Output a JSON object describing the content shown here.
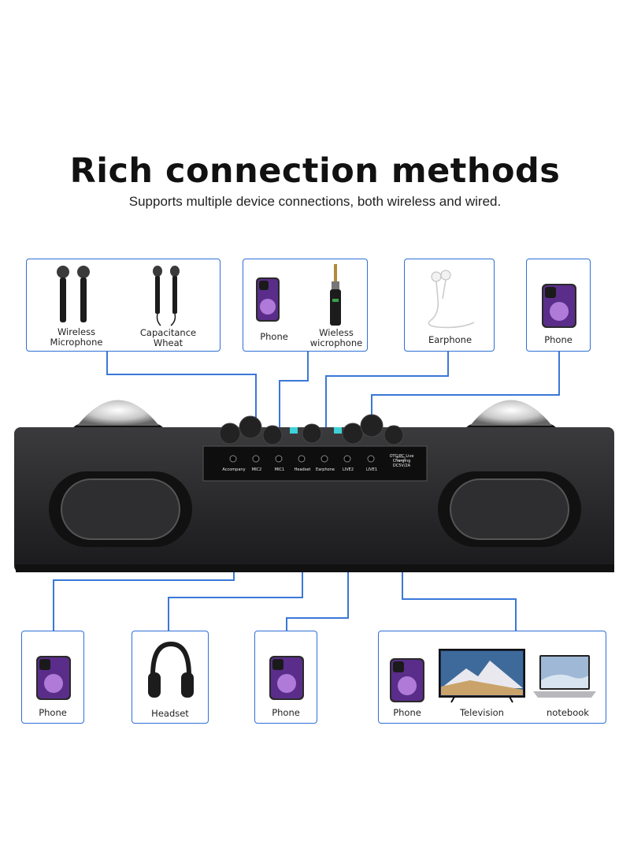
{
  "heading": {
    "title": "Rich connection methods",
    "subtitle": "Supports multiple device connections, both wireless and wired."
  },
  "top_devices": [
    {
      "label": "Wireless\nMicrophone",
      "icon": "handheld-microphones-icon"
    },
    {
      "label": "Capacitance\nWheat",
      "icon": "wired-microphones-icon"
    },
    {
      "label": "Phone",
      "icon": "phone-icon"
    },
    {
      "label": "Wieless\nwicrophone",
      "icon": "wireless-receiver-icon"
    },
    {
      "label": "Earphone",
      "icon": "earphone-icon"
    },
    {
      "label": "Phone",
      "icon": "phone-icon"
    }
  ],
  "bottom_devices": [
    {
      "label": "Phone",
      "icon": "phone-icon"
    },
    {
      "label": "Headset",
      "icon": "headset-icon"
    },
    {
      "label": "Phone",
      "icon": "phone-icon"
    },
    {
      "label": "Phone",
      "icon": "phone-icon"
    },
    {
      "label": "Television",
      "icon": "television-icon"
    },
    {
      "label": "notebook",
      "icon": "laptop-icon"
    }
  ],
  "panel_ports": [
    {
      "label": "Accompany"
    },
    {
      "label": "MIC2"
    },
    {
      "label": "MIC1"
    },
    {
      "label": "Headset"
    },
    {
      "label": "Earphone"
    },
    {
      "label": "LIVE2"
    },
    {
      "label": "LIVE1"
    },
    {
      "label": "OTG/PC Live\nCharging\nDC5V/2A"
    }
  ],
  "colors": {
    "connector_line": "#3a78d8",
    "box_border": "#2f6fd6",
    "speaker_body": "#2b2b2d",
    "title_text": "#111111"
  }
}
